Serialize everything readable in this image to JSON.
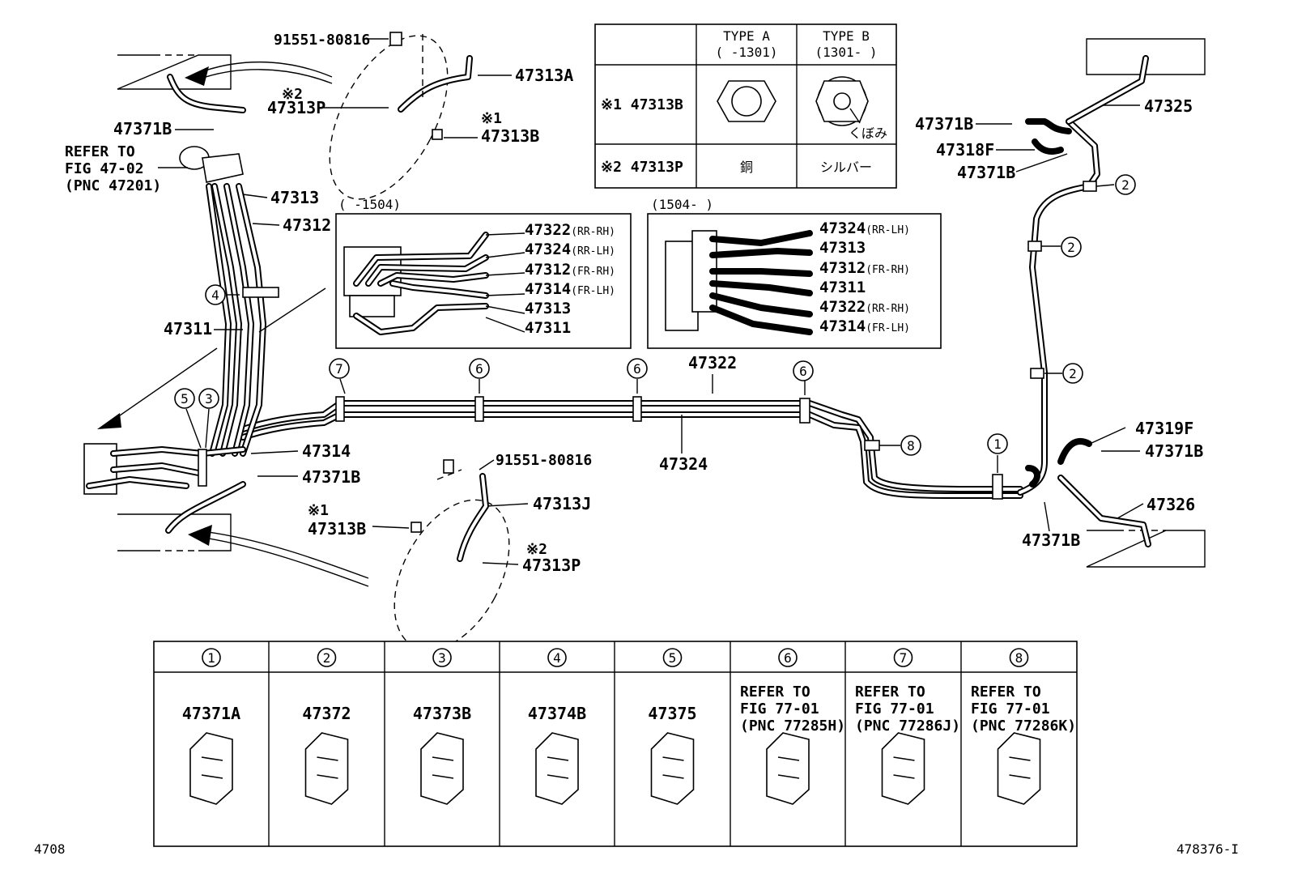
{
  "corner": {
    "left": "4708",
    "right": "478376-I"
  },
  "labels": {
    "b91551_top": "91551-80816",
    "b91551_mid": "91551-80816",
    "p47313A": "47313A",
    "p47313P_top": "47313P",
    "p47313B_top": "47313B",
    "mark2_top": "※2",
    "mark1_top": "※1",
    "p47371B_left": "47371B",
    "refer1": "REFER TO",
    "refer2": "FIG 47-02",
    "refer3": "(PNC 47201)",
    "p47313": "47313",
    "p47312": "47312",
    "p47311": "47311",
    "p47314": "47314",
    "p47371B_mid": "47371B",
    "p47313J": "47313J",
    "mark1_mid": "※1",
    "p47313B_mid": "47313B",
    "mark2_mid": "※2",
    "p47313P_mid": "47313P",
    "p47322": "47322",
    "p47324": "47324",
    "p47325": "47325",
    "p47371B_r1": "47371B",
    "p47318F": "47318F",
    "p47371B_r2": "47371B",
    "p47319F": "47319F",
    "p47371B_r3": "47371B",
    "p47326": "47326",
    "p47371B_r4": "47371B"
  },
  "callouts": {
    "c1": "1",
    "c2": "2",
    "c3": "3",
    "c4": "4",
    "c5": "5",
    "c6": "6",
    "c7": "7",
    "c8": "8"
  },
  "type_table": {
    "typeA": "TYPE A",
    "typeA_range": "(    -1301)",
    "typeB": "TYPE B",
    "typeB_range": "(1301-    )",
    "row1_label": "※1 47313B",
    "row2_label": "※2 47313P",
    "kubomi": "くぼみ",
    "row2_a": "銅",
    "row2_b": "シルバー"
  },
  "inset_left": {
    "title": "(    -1504)",
    "items": [
      {
        "num": "47322",
        "tag": "(RR-RH)"
      },
      {
        "num": "47324",
        "tag": "(RR-LH)"
      },
      {
        "num": "47312",
        "tag": "(FR-RH)"
      },
      {
        "num": "47314",
        "tag": "(FR-LH)"
      },
      {
        "num": "47313",
        "tag": ""
      },
      {
        "num": "47311",
        "tag": ""
      }
    ]
  },
  "inset_right": {
    "title": "(1504-    )",
    "items": [
      {
        "num": "47324",
        "tag": "(RR-LH)"
      },
      {
        "num": "47313",
        "tag": ""
      },
      {
        "num": "47312",
        "tag": "(FR-RH)"
      },
      {
        "num": "47311",
        "tag": ""
      },
      {
        "num": "47322",
        "tag": "(RR-RH)"
      },
      {
        "num": "47314",
        "tag": "(FR-LH)"
      }
    ]
  },
  "clip_table": [
    {
      "num": "1",
      "part": "47371A",
      "refer": [
        "",
        "",
        ""
      ]
    },
    {
      "num": "2",
      "part": "47372",
      "refer": [
        "",
        "",
        ""
      ]
    },
    {
      "num": "3",
      "part": "47373B",
      "refer": [
        "",
        "",
        ""
      ]
    },
    {
      "num": "4",
      "part": "47374B",
      "refer": [
        "",
        "",
        ""
      ]
    },
    {
      "num": "5",
      "part": "47375",
      "refer": [
        "",
        "",
        ""
      ]
    },
    {
      "num": "6",
      "part": "",
      "refer": [
        "REFER TO",
        "FIG 77-01",
        "(PNC 77285H)"
      ]
    },
    {
      "num": "7",
      "part": "",
      "refer": [
        "REFER TO",
        "FIG 77-01",
        "(PNC 77286J)"
      ]
    },
    {
      "num": "8",
      "part": "",
      "refer": [
        "REFER TO",
        "FIG 77-01",
        "(PNC 77286K)"
      ]
    }
  ]
}
